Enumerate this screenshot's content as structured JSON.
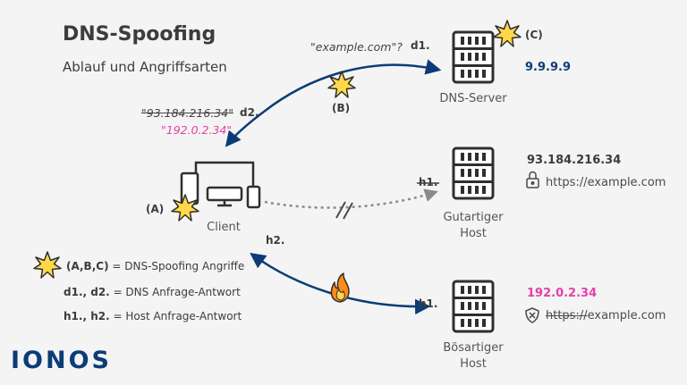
{
  "header": {
    "title": "DNS-Spoofing",
    "subtitle": "Ablauf und Angriffsarten"
  },
  "dns_request": {
    "query": "\"example.com\"?",
    "label": "d1.",
    "attack_point": "(B)"
  },
  "dns_response": {
    "label": "d2.",
    "original_ip": "\"93.184.216.34\"",
    "spoofed_ip": "\"192.0.2.34\""
  },
  "dns_server": {
    "name": "DNS-Server",
    "ip": "9.9.9.9",
    "attack_point": "(C)"
  },
  "client": {
    "name": "Client",
    "attack_point": "(A)"
  },
  "good_host": {
    "name_line1": "Gutartiger",
    "name_line2": "Host",
    "ip": "93.184.216.34",
    "url": "https://example.com",
    "request_label": "h1."
  },
  "bad_host": {
    "name_line1": "Bösartiger",
    "name_line2": "Host",
    "ip": "192.0.2.34",
    "url_scheme": "https://",
    "url_host": "example.com",
    "request_label": "h1.",
    "response_label": "h2."
  },
  "legend": {
    "attacks_key": "(A,B,C)",
    "attacks_text": "= DNS-Spoofing Angriffe",
    "dns_key": "d1., d2.",
    "dns_text": "= DNS Anfrage-Antwort",
    "host_key": "h1., h2.",
    "host_text": "= Host Anfrage-Antwort"
  },
  "brand": {
    "logo": "IONOS"
  },
  "colors": {
    "arrow_blue": "#0b3c78",
    "spoof_pink": "#e63fa9",
    "star_yellow": "#ffd84a",
    "icon_dark": "#2f2f2f",
    "dotted_gray": "#8a8a8a"
  }
}
